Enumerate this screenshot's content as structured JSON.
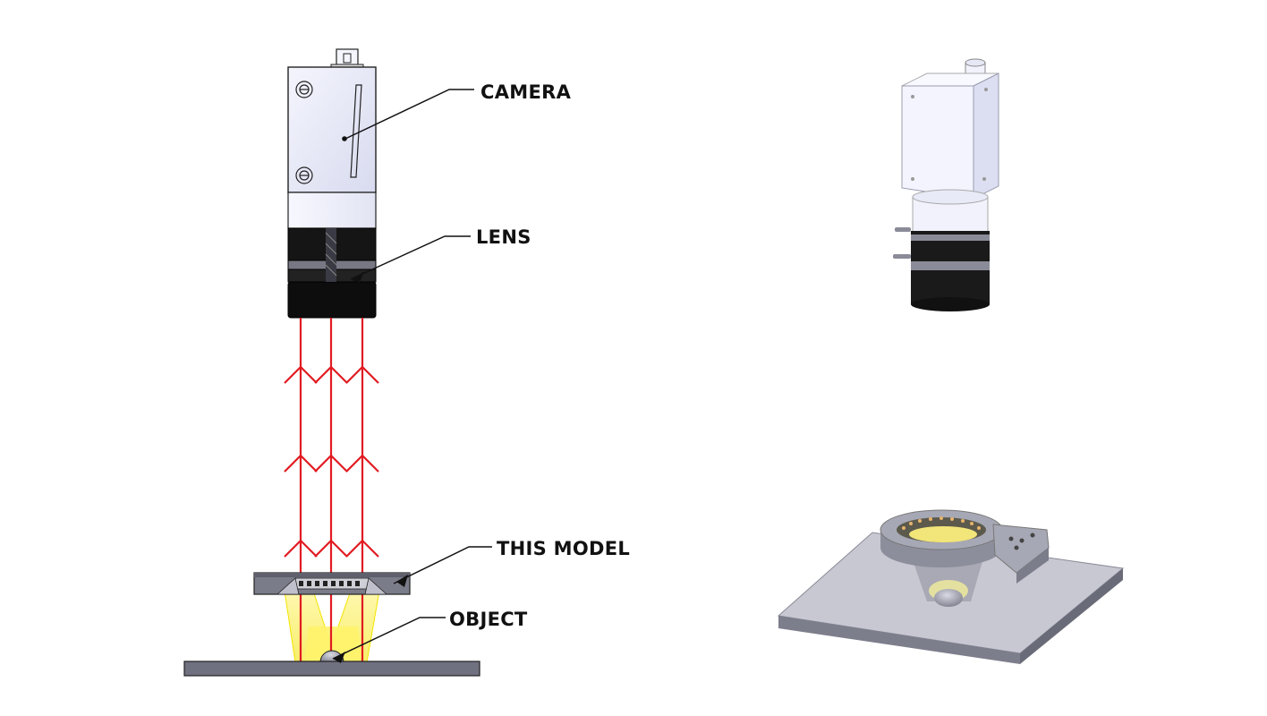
{
  "labels": {
    "camera": "CAMERA",
    "lens": "LENS",
    "this_model": "THIS MODEL",
    "object": "OBJECT"
  },
  "colors": {
    "ray": "#e11b22",
    "light_cone": "#fff27a",
    "light_cone_edge": "#f5e400",
    "camera_body": "#eef0fb",
    "lens_black": "#111111",
    "housing_gray": "#8f909c",
    "plate_gray": "#6f7080",
    "leader_line": "#111111"
  },
  "icons": [
    "camera-body",
    "lens-barrel",
    "ring-light-model",
    "object-dome",
    "base-plate",
    "optical-ray-arrows"
  ]
}
